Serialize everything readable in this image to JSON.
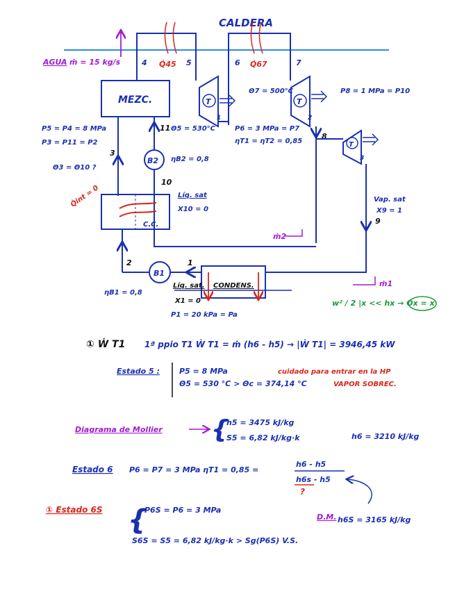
{
  "colors": {
    "ink": "#1a2fb0",
    "red": "#d8261b",
    "purple": "#a11bd1",
    "green": "#1a9a3a",
    "black": "#111111",
    "cyan_line": "#2a8fe0"
  },
  "diagram": {
    "caldera": "CALDERA",
    "agua": "AGUA",
    "agua_flow": "ṁ = 15 kg/s",
    "mezc": "MEZC.",
    "cc": "C.C.",
    "condens": "CONDENS.",
    "turbine_symbol": "T",
    "turbine_nums": [
      "1",
      "2",
      "3"
    ],
    "b2": "B2",
    "b1": "B1",
    "state_nums": [
      "1",
      "2",
      "3",
      "4",
      "5",
      "6",
      "7",
      "8",
      "9",
      "10",
      "11"
    ],
    "q45": "Q̇45",
    "q67": "Q̇67",
    "theta7": "Θ7 = 500°C",
    "p8": "P8 = 1 MPa = P10",
    "theta5": "Θ5 = 530°C",
    "p6": "P6 = 3 MPa = P7",
    "eta_t": "ηT1 = ηT2 = 0,85",
    "p5": "P5 = P4 = 8 MPa",
    "p3": "P3 = P11 = P2",
    "theta3": "Θ3 = Θ10 ?",
    "eta_b2": "ηB2 = 0,8",
    "q_int": "Q̇int = 0",
    "liq_sat_10": "Líq. sat",
    "x10": "X10 = 0",
    "vap_sat": "Vap. sat",
    "x9": "X9 = 1",
    "m2": "ṁ2",
    "m1": "ṁ1",
    "eta_b1": "ηB1 = 0,8",
    "liq_sat_1": "Líq. sat.",
    "x1": "X1 = 0",
    "p1": "P1 = 20 kPa = Pa",
    "kinetic": "w² / 2 |x << hx → Ox = x"
  },
  "notes": {
    "item1": "① Ẇ T1",
    "first_law": "1ª ppio T1   Ẇ T1 = ṁ (h6 - h5)   →  |Ẇ T1| = 3946,45 kW",
    "estado5": "Estado 5 :",
    "e5_p": "P5 = 8 MPa",
    "e5_note": "cuidado para entrar en la HP",
    "e5_t": "Θ5 = 530 °C > Θc = 374,14 °C",
    "vapor": "VAPOR SOBREC.",
    "mollier": "Diagrama de Mollier",
    "h5": "h5 = 3475 kJ/kg",
    "s5": "S5 = 6,82 kJ/kg·k",
    "h6": "h6 = 3210 kJ/kg",
    "estado6": "Estado 6",
    "e6_line": "P6 = P7 = 3 MPa   ηT1 = 0,85 =",
    "e6_num": "h6 - h5",
    "e6_den": "h6s - h5",
    "qmark": "?",
    "estado6s": "① Estado 6S",
    "e6s_p": "P6S = P6 = 3 MPa",
    "e6s_s": "S6S = S5 = 6,82 kJ/kg·k > Sg(P6S)  V.S.",
    "dm": "D.M.",
    "h6s": "h6S = 3165 kJ/kg"
  }
}
